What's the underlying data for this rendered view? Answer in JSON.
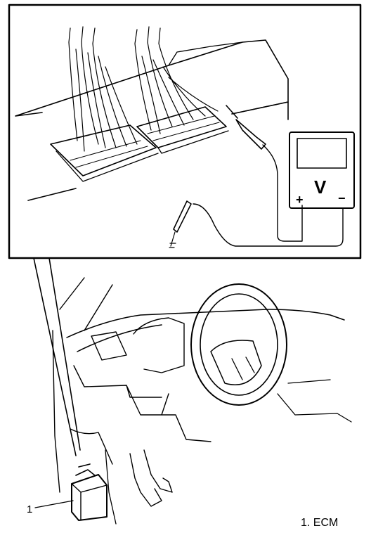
{
  "callouts": [
    {
      "number": "1",
      "label": "1. ECM"
    }
  ],
  "meter": {
    "symbol": "V",
    "positive": "+",
    "negative": "−"
  },
  "colors": {
    "ink": "#000000",
    "paper": "#ffffff"
  }
}
